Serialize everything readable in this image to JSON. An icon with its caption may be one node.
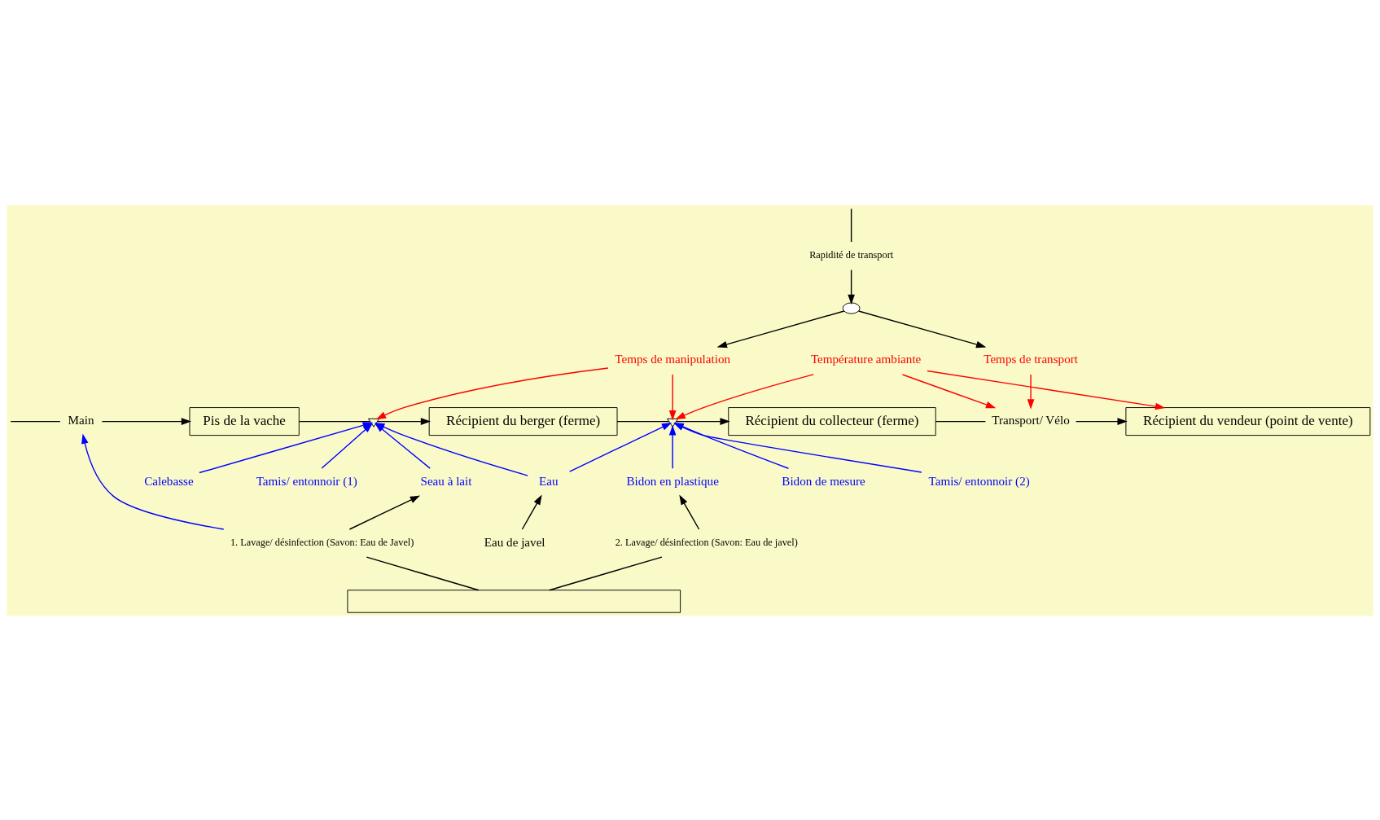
{
  "diagram": {
    "nodes": [
      {
        "text": [
          "Rapidité de transport"
        ]
      },
      {
        "text": [],
        "shape": "cloud"
      },
      {
        "text": [
          "Temps de manipulation"
        ]
      },
      {
        "text": [
          "Temps de transport"
        ]
      },
      {
        "text": [
          "Température ambiante"
        ]
      },
      {
        "text": [
          "Main"
        ]
      },
      {
        "text": [
          "Pis de la vache"
        ]
      },
      {
        "text": [],
        "shape": "valve"
      },
      {
        "text": [
          "Récipient du berger (ferme)"
        ]
      },
      {
        "text": [],
        "shape": "valve"
      },
      {
        "text": [
          "Récipient du collecteur (ferme)"
        ]
      },
      {
        "text": [
          "Transport/ Vélo"
        ]
      },
      {
        "text": [
          "Récipient du vendeur (point de vente)"
        ]
      },
      {
        "text": [
          "Calebasse"
        ]
      },
      {
        "text": [
          "Tamis/ entonnoir (1)"
        ]
      },
      {
        "text": [
          "Eau"
        ]
      },
      {
        "text": [
          "Seau à lait"
        ]
      },
      {
        "text": [
          "Bidon de mesure"
        ]
      },
      {
        "text": [
          "Tamis/ entonnoir (2)"
        ]
      },
      {
        "text": [
          "Bidon en plastique"
        ]
      },
      {
        "text": [
          "Eau de javel"
        ]
      },
      {
        "text": [
          "1. Lavage/ désinfection (Savon: Eau de Javel)"
        ]
      },
      {
        "text": [
          "2. Lavage/ désinfection (Savon: Eau de javel)"
        ]
      },
      {
        "text": [],
        "shape": "box"
      }
    ],
    "edges": [
      {
        "from": null,
        "to": 0,
        "arrow": "none"
      },
      {
        "from": 0,
        "to": 1,
        "arrow": "to"
      },
      {
        "from": 1,
        "to": 2,
        "arrow": "to"
      },
      {
        "from": 1,
        "to": 3,
        "arrow": "to"
      },
      {
        "from": null,
        "to": 5,
        "arrow": "none"
      },
      {
        "from": 5,
        "to": 6,
        "arrow": "to"
      },
      {
        "from": 6,
        "to": 7,
        "arrow": "none"
      },
      {
        "from": 7,
        "to": 8,
        "arrow": "to"
      },
      {
        "from": 8,
        "to": 9,
        "arrow": "none"
      },
      {
        "from": 9,
        "to": 10,
        "arrow": "to"
      },
      {
        "from": 10,
        "to": 11,
        "arrow": "none"
      },
      {
        "from": 11,
        "to": 12,
        "arrow": "to"
      },
      {
        "from": 2,
        "to": 7,
        "arrow": "to",
        "color": "#ff0000"
      },
      {
        "from": 2,
        "to": 9,
        "arrow": "to",
        "color": "#ff0000"
      },
      {
        "from": 3,
        "to": 11,
        "arrow": "to",
        "color": "#ff0000"
      },
      {
        "from": 4,
        "to": 9,
        "arrow": "to",
        "color": "#ff0000"
      },
      {
        "from": 4,
        "to": 11,
        "arrow": "to",
        "color": "#ff0000"
      },
      {
        "from": 4,
        "to": 12,
        "arrow": "to",
        "color": "#ff0000"
      },
      {
        "from": 13,
        "to": 7,
        "arrow": "to",
        "color": "#0000ff"
      },
      {
        "from": 14,
        "to": 7,
        "arrow": "to",
        "color": "#0000ff"
      },
      {
        "from": 16,
        "to": 7,
        "arrow": "to",
        "color": "#0000ff"
      },
      {
        "from": 15,
        "to": 7,
        "arrow": "to",
        "color": "#0000ff"
      },
      {
        "from": 15,
        "to": 9,
        "arrow": "to",
        "color": "#0000ff"
      },
      {
        "from": 17,
        "to": 9,
        "arrow": "to",
        "color": "#0000ff"
      },
      {
        "from": 18,
        "to": 9,
        "arrow": "to",
        "color": "#0000ff"
      },
      {
        "from": 19,
        "to": 9,
        "arrow": "to",
        "color": "#0000ff"
      },
      {
        "from": 21,
        "to": 5,
        "arrow": "to",
        "color": "#0000ff"
      },
      {
        "from": 23,
        "to": 21,
        "arrow": "none"
      },
      {
        "from": 21,
        "to": 16,
        "arrow": "to"
      },
      {
        "from": 23,
        "to": 22,
        "arrow": "none"
      },
      {
        "from": 22,
        "to": 19,
        "arrow": "to"
      },
      {
        "from": 20,
        "to": 15,
        "arrow": "to"
      }
    ]
  }
}
